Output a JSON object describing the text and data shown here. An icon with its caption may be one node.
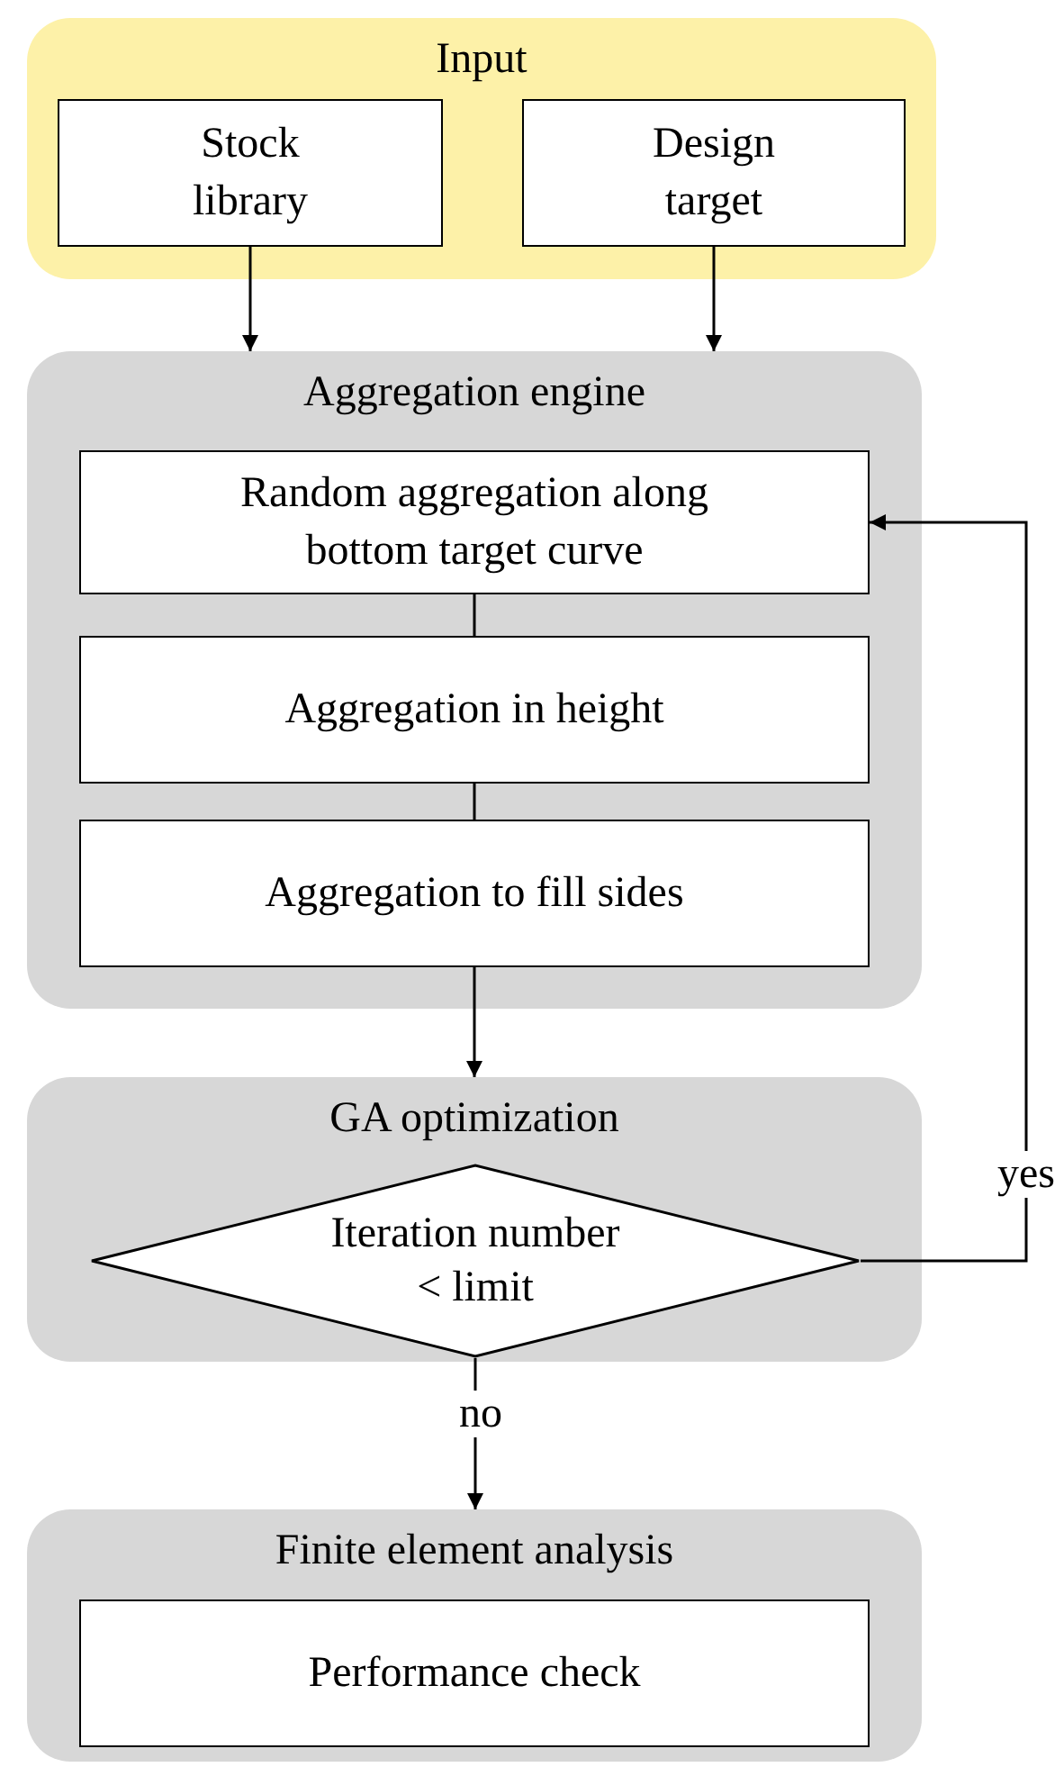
{
  "diagram": {
    "nodes": [
      {
        "text": [
          "Input"
        ]
      },
      {
        "text": [
          "Stock library"
        ],
        "in": 0
      },
      {
        "text": [
          "Design target"
        ],
        "in": 0
      },
      {
        "text": [
          "Aggregation engine"
        ]
      },
      {
        "text": [
          "Random aggregation along bottom target curve"
        ],
        "in": 3
      },
      {
        "text": [
          "Aggregation in height"
        ],
        "in": 3
      },
      {
        "text": [
          "Aggregation to fill sides"
        ],
        "in": 3
      },
      {
        "text": [
          "GA optimization"
        ]
      },
      {
        "text": [
          "Iteration number < limit"
        ],
        "in": 7
      },
      {
        "text": [
          "Finite element analysis"
        ]
      },
      {
        "text": [
          "Performance check"
        ],
        "in": 9
      }
    ],
    "edges": [
      {
        "from": 1,
        "to": 3,
        "arrow": "to"
      },
      {
        "from": 2,
        "to": 3,
        "arrow": "to"
      },
      {
        "from": 4,
        "to": 5,
        "arrow": "none"
      },
      {
        "from": 5,
        "to": 6,
        "arrow": "none"
      },
      {
        "from": 6,
        "to": 7,
        "arrow": "to"
      },
      {
        "from": 8,
        "to": 9,
        "arrow": "to",
        "label": "no"
      },
      {
        "from": 8,
        "to": 4,
        "arrow": "to",
        "label": "yes"
      }
    ]
  }
}
